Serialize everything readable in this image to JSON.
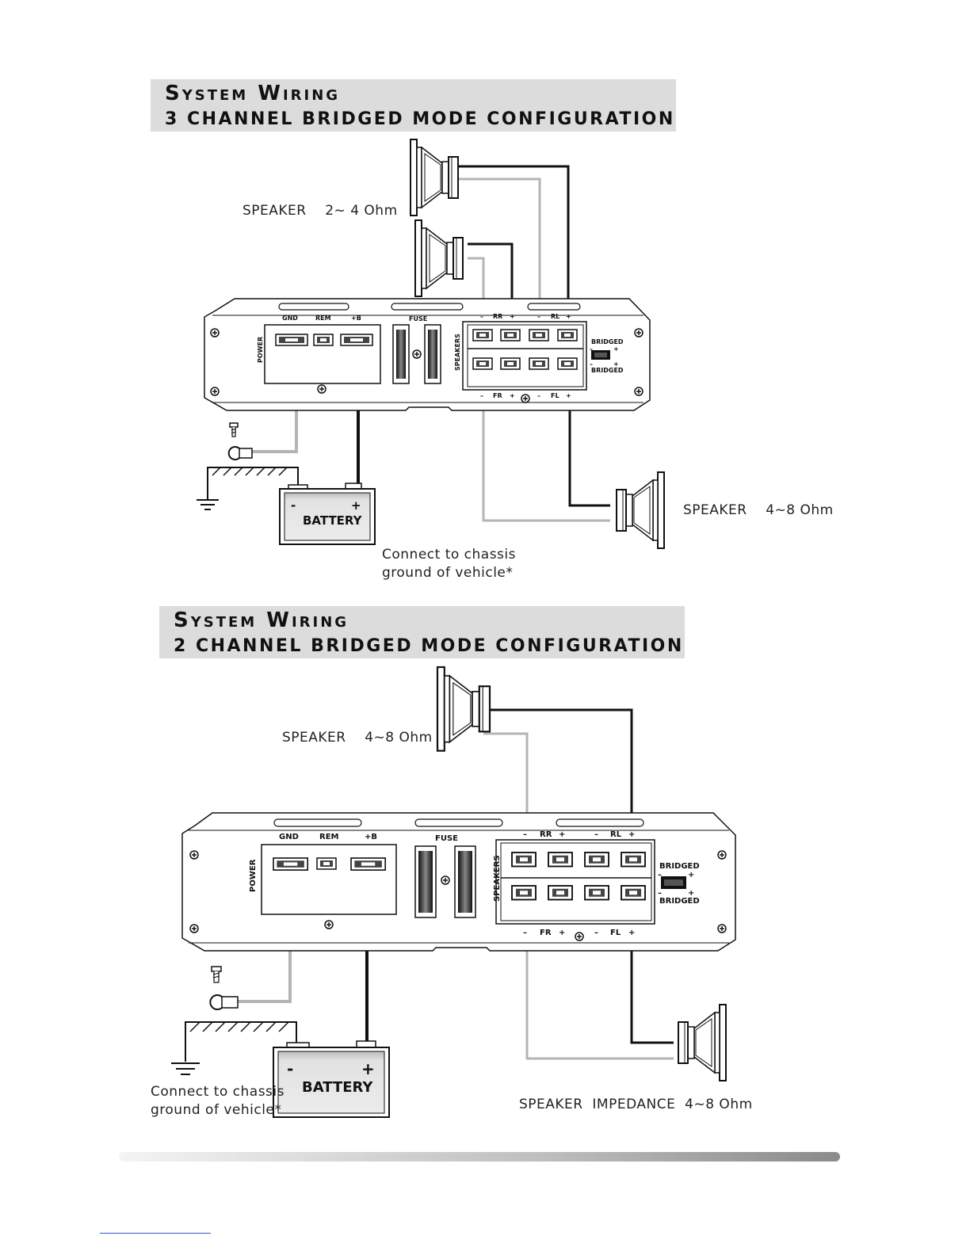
{
  "sections": [
    {
      "title": "System Wiring",
      "subtitle": "3 CHANNEL BRIDGED MODE CONFIGURATION",
      "speaker_top_label": "SPEAKER    2~ 4 Ohm",
      "speaker_bottom_label": "SPEAKER    4~8 Ohm",
      "chassis_note_line1": "Connect to chassis",
      "chassis_note_line2": "ground of vehicle*"
    },
    {
      "title": "System Wiring",
      "subtitle": "2 CHANNEL BRIDGED MODE CONFIGURATION",
      "speaker_top_label": "SPEAKER    4~8 Ohm",
      "speaker_bottom_label": "SPEAKER  IMPEDANCE  4~8 Ohm",
      "chassis_note_line1": "Connect to chassis",
      "chassis_note_line2": "ground of vehicle*"
    }
  ],
  "amplifier": {
    "gnd": "GND",
    "rem": "REM",
    "b_plus": "+B",
    "fuse": "FUSE",
    "power": "POWER",
    "speakers": "SPEAKERS",
    "bridged": "BRIDGED",
    "rr": "RR",
    "rl": "RL",
    "fr": "FR",
    "fl": "FL",
    "minus": "–",
    "plus": "+"
  },
  "battery": {
    "label": "BATTERY",
    "minus": "-",
    "plus": "+"
  },
  "colors": {
    "wire_dark": "#111111",
    "wire_light": "#b4b4b4",
    "header_bg": "#dcdcdc"
  }
}
